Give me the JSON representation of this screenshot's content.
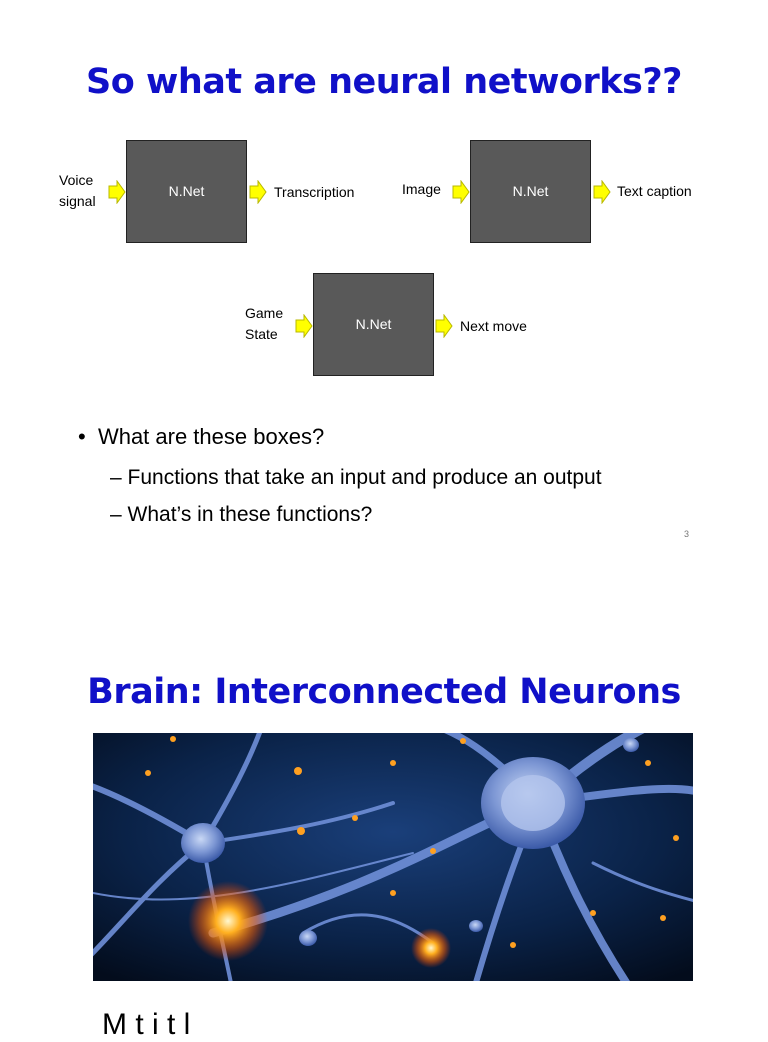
{
  "slide1": {
    "title": "So what are neural networks??",
    "box_label": "N.Net",
    "diagrams": [
      {
        "input": [
          "Voice",
          "signal"
        ],
        "output": "Transcription"
      },
      {
        "input": [
          "Image"
        ],
        "output": "Text caption"
      },
      {
        "input": [
          "Game",
          "State"
        ],
        "output": "Next move"
      }
    ],
    "bullets": [
      {
        "level": 1,
        "text": "What are these boxes?"
      },
      {
        "level": 2,
        "text": "Functions that take an input and produce an output"
      },
      {
        "level": 2,
        "text": "What’s in these functions?"
      }
    ],
    "bullet_marks": {
      "l1": "•",
      "l2": "–"
    },
    "page_number": "3"
  },
  "slide2": {
    "title": "Brain: Interconnected Neurons",
    "cut_off_text": "M                              t i t       l"
  },
  "colors": {
    "title": "#1010c8",
    "box_fill": "#595959",
    "arrow_fill": "#ffff00",
    "arrow_stroke": "#b8b800"
  }
}
